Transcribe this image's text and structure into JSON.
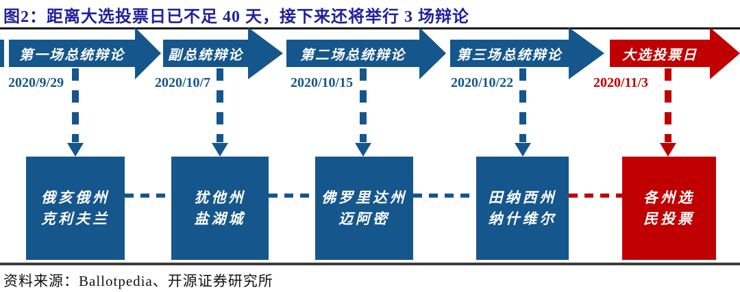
{
  "title": "图2：距离大选投票日已不足 40 天，接下来还将举行 3 场辩论",
  "source": "资料来源：Ballotpedia、开源证券研究所",
  "colors": {
    "blue": "#15568C",
    "red": "#C00000",
    "title_navy": "#1F1F9E"
  },
  "stages": [
    {
      "banner": "第一场总统辩论",
      "date": "2020/9/29",
      "location_line1": "俄亥俄州",
      "location_line2": "克利夫兰",
      "theme": "blue"
    },
    {
      "banner": "副总统辩论",
      "date": "2020/10/7",
      "location_line1": "犹他州",
      "location_line2": "盐湖城",
      "theme": "blue"
    },
    {
      "banner": "第二场总统辩论",
      "date": "2020/10/15",
      "location_line1": "佛罗里达州",
      "location_line2": "迈阿密",
      "theme": "blue"
    },
    {
      "banner": "第三场总统辩论",
      "date": "2020/10/22",
      "location_line1": "田纳西州",
      "location_line2": "纳什维尔",
      "theme": "blue"
    },
    {
      "banner": "大选投票日",
      "date": "2020/11/3",
      "location_line1": "各州选",
      "location_line2": "民投票",
      "theme": "red"
    }
  ]
}
